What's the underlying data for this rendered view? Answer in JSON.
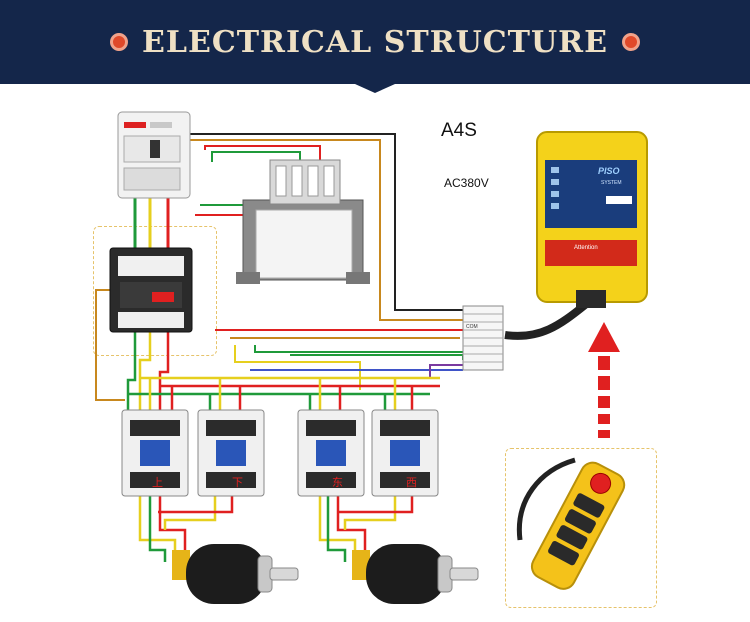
{
  "header": {
    "title": "ELECTRICAL STRUCTURE"
  },
  "labels": {
    "model": "A4S",
    "voltage": "AC380V"
  },
  "receiver": {
    "brand": "PISO",
    "sub": "SYSTEM",
    "warning_title": "Attention"
  },
  "contactors": [
    {
      "label": "上"
    },
    {
      "label": "下"
    },
    {
      "label": "东"
    },
    {
      "label": "西"
    }
  ],
  "terminal_rows": [
    "COM",
    "",
    "",
    "",
    "",
    "",
    "",
    ""
  ],
  "colors": {
    "header_bg": "#14264a",
    "title_text": "#efe0c4",
    "bullet": "#e0492a",
    "receiver_yellow": "#f4d21a",
    "wire_red": "#e02020",
    "wire_green": "#1f9a3a",
    "wire_yellow": "#e6cf1e",
    "arrow_red": "#e02020"
  }
}
